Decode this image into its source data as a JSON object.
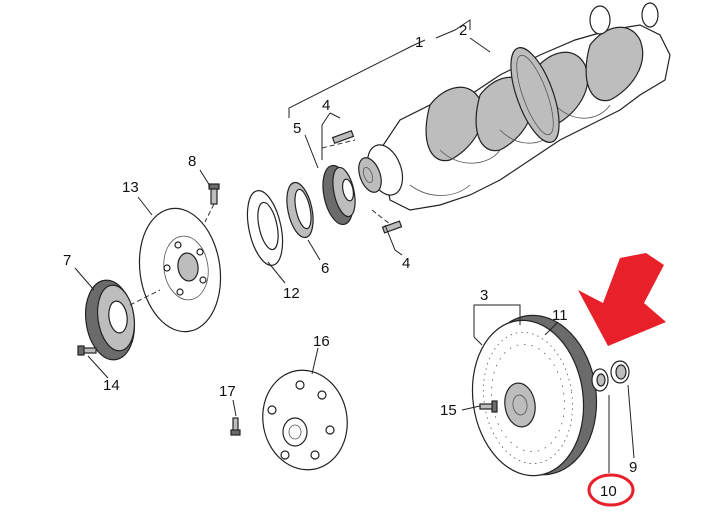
{
  "callouts": {
    "c1": "1",
    "c2": "2",
    "c3": "3",
    "c4a": "4",
    "c4b": "4",
    "c5": "5",
    "c6": "6",
    "c7": "7",
    "c8": "8",
    "c9": "9",
    "c10": "10",
    "c11": "11",
    "c12": "12",
    "c13": "13",
    "c14": "14",
    "c15": "15",
    "c16": "16",
    "c17": "17"
  },
  "highlight": {
    "arrow_color": "#e8202a",
    "circle_color": "#e8202a",
    "target_callout": "10"
  },
  "part_colors": {
    "outline": "#222222",
    "shade": "#bdbdbd",
    "dark": "#6b6b6b"
  }
}
